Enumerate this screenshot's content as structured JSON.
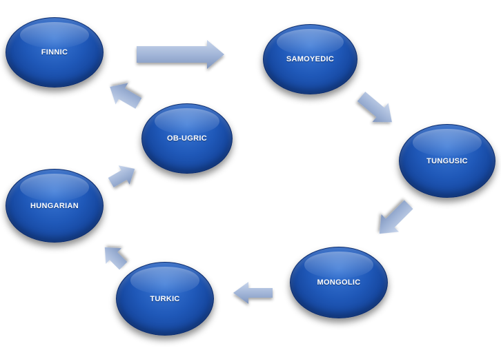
{
  "nodes": {
    "finnic": "FINNIC",
    "samoyedic": "SAMOYEDIC",
    "ob_ugric": "OB-UGRIC",
    "tungusic": "TUNGUSIC",
    "hungarian": "HUNGARIAN",
    "mongolic": "MONGOLIC",
    "turkic": "TURKIC"
  },
  "colors": {
    "node_fill": "#1f58b8",
    "arrow_fill": "#9fb3d6"
  }
}
